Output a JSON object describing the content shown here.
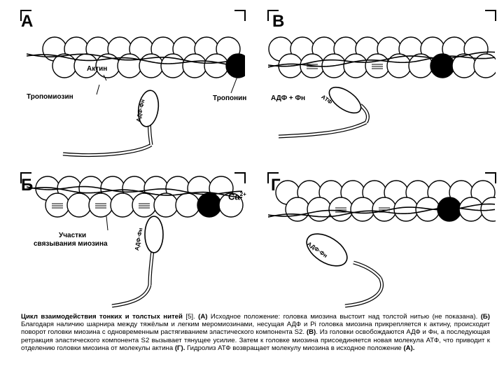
{
  "panels": {
    "A": {
      "letter": "А",
      "labels": {
        "actin": "Актин",
        "tropomyosin": "Тропомиозин",
        "troponin": "Тропонин",
        "head_atp": "АДФ·Фн"
      }
    },
    "B": {
      "letter": "В",
      "labels": {
        "adp_pi": "АДФ + Фн",
        "head_atp": "АТФ"
      }
    },
    "C": {
      "letter": "Б",
      "labels": {
        "ca": "Ca",
        "ca_sup": "2+",
        "binding_sites_1": "Участки",
        "binding_sites_2": "связывания миозина",
        "head_atp": "АДФ·Фн"
      }
    },
    "D": {
      "letter": "Г",
      "labels": {
        "head_atp": "АДФ·Фн"
      }
    }
  },
  "caption": {
    "title": "Цикл взаимодействия тонких и толстых нитей",
    "ref": " [5]. ",
    "p1_tag": "(А)",
    "p1_text": " Исходное положение: головка миозина выстоит над толстой нитью (не показана). ",
    "p2_tag": "(Б)",
    "p2_text": " Благодаря наличию шарнира между тяжёлым и легким меромиозинами, несущая АДФ и Pi головка миозина прикрепляется к актину, происходит поворот головки миозина с одновременным растягиванием эластического компонента S2. ",
    "p3_tag": "(В)",
    "p3_text": ". Из головки освобождаются АДФ и Фн, а последующая ретракция эластического компонента S2 вызывает тянущее усилие. Затем к головке миозина присоединяется новая молекула АТФ, что приводит к отделению головки миозина от молекулы актина ",
    "p4_tag": "(Г).",
    "p4_text": " Гидролиз АТФ возвращает молекулу миозина в исходное положение ",
    "p5_tag": "(А)."
  }
}
